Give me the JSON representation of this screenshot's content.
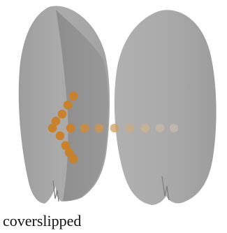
{
  "caption": "coverslipped",
  "colors": {
    "leaf_fill": "#a9a9a9",
    "leaf_shadow": "#8e8e8e",
    "leaf_highlight": "#bdbdbd",
    "leaf_edge": "#9a9a9a",
    "dot_orange": "#c9812a",
    "dot_fade": "#d8c0a0"
  },
  "description_note": "",
  "dots": {
    "chevron_count": 9,
    "trail_count": 7
  }
}
